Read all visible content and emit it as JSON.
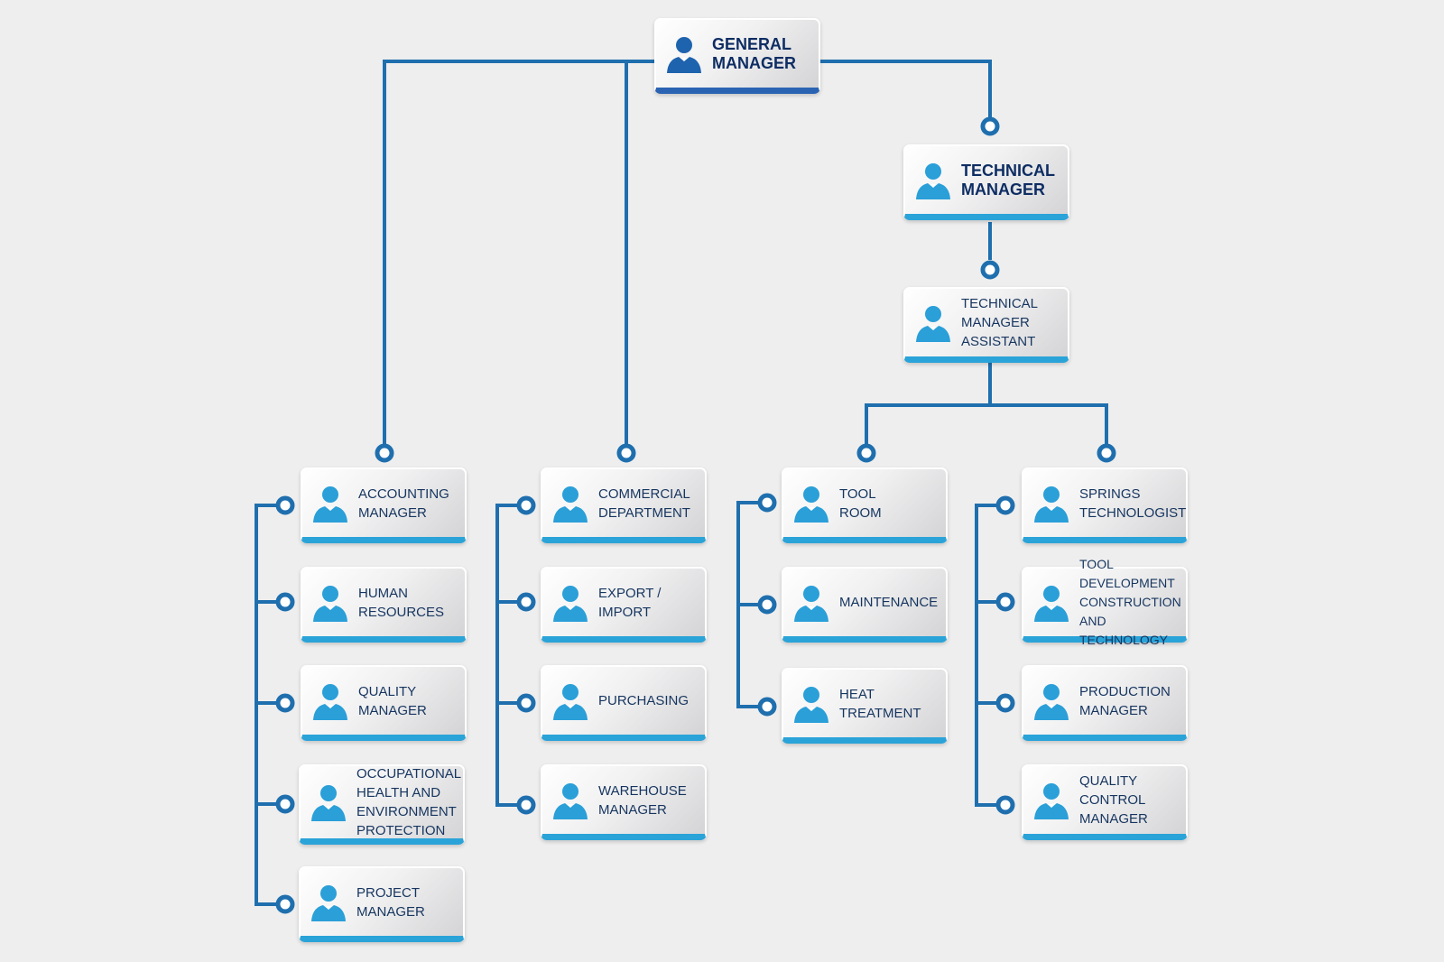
{
  "nodes": {
    "general_manager": "GENERAL\nMANAGER",
    "technical_manager": "TECHNICAL\nMANAGER",
    "technical_manager_assistant": "TECHNICAL\nMANAGER\nASSISTANT",
    "accounting_manager": "ACCOUNTING\nMANAGER",
    "human_resources": "HUMAN\nRESOURCES",
    "quality_manager": "QUALITY\nMANAGER",
    "ohep": "OCCUPATIONAL\nHEALTH AND\nENVIRONMENT\nPROTECTION",
    "project_manager": "PROJECT\nMANAGER",
    "commercial_department": "COMMERCIAL\nDEPARTMENT",
    "export_import": "EXPORT / IMPORT",
    "purchasing": "PURCHASING",
    "warehouse_manager": "WAREHOUSE\nMANAGER",
    "tool_room": "TOOL\nROOM",
    "maintenance": "MAINTENANCE",
    "heat_treatment": "HEAT\nTREATMENT",
    "springs_technologist": "SPRINGS\nTECHNOLOGIST",
    "tool_development": "TOOL DEVELOPMENT\nCONSTRUCTION\nAND TECHNOLOGY",
    "production_manager": "PRODUCTION\nMANAGER",
    "quality_control_manager": "QUALITY\nCONTROL\nMANAGER"
  },
  "colors": {
    "background": "#eeeeee",
    "connector": "#1f6fae",
    "accent_bar": "#2aa3d8",
    "general_manager_bar": "#2b63b3",
    "text": "#16355f",
    "person_icon": "#2a9fd8",
    "person_icon_gm": "#1e63ad"
  },
  "icons": {
    "node_icon": "person-icon"
  }
}
